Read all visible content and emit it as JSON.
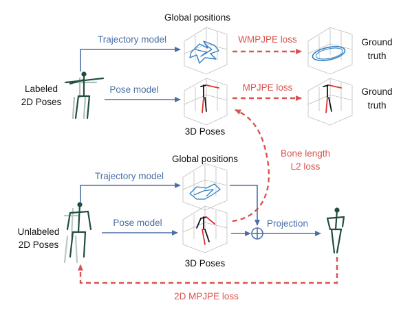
{
  "colors": {
    "blue_arrow": "#4a6fa5",
    "red_loss": "#d9534f",
    "skeleton": "#1f4d3f",
    "trajectory": "#2f7fc1",
    "pose_red_limb": "#e0302a"
  },
  "labels": {
    "global_positions_top": "Global positions",
    "global_positions_bottom": "Global positions",
    "poses3d_top": "3D Poses",
    "poses3d_bottom": "3D Poses",
    "labeled_2d_line1": "Labeled",
    "labeled_2d_line2": "2D Poses",
    "unlabeled_2d_line1": "Unlabeled",
    "unlabeled_2d_line2": "2D Poses",
    "ground_truth_top_line1": "Ground",
    "ground_truth_top_line2": "truth",
    "ground_truth_mid_line1": "Ground",
    "ground_truth_mid_line2": "truth"
  },
  "arrows": {
    "trajectory_model_top": "Trajectory model",
    "pose_model_top": "Pose model",
    "trajectory_model_bottom": "Trajectory model",
    "pose_model_bottom": "Pose model",
    "projection": "Projection"
  },
  "losses": {
    "wmpjpe": "WMPJPE loss",
    "mpjpe": "MPJPE loss",
    "bone_length_line1": "Bone length",
    "bone_length_line2": "L2 loss",
    "mpjpe_2d": "2D MPJPE loss"
  },
  "icons": {
    "sum": "circle-plus-icon",
    "skeleton_2d": "skeleton-2d-icon",
    "plot_3d": "3d-plot-icon"
  }
}
